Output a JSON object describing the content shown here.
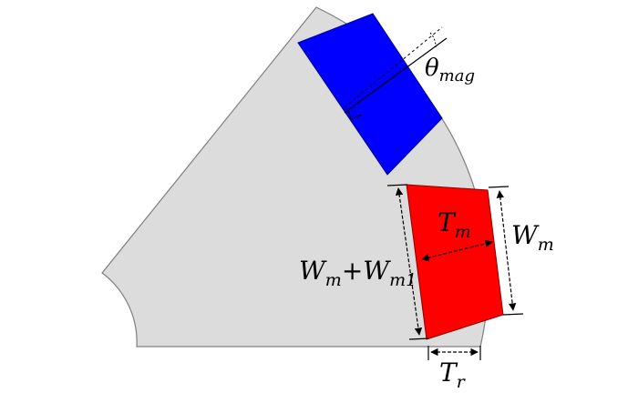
{
  "labels": {
    "theta_mag": {
      "main": "θ",
      "sub": "mag"
    },
    "t_m": {
      "main": "T",
      "sub": "m"
    },
    "w_m": {
      "main": "W",
      "sub": "m"
    },
    "w_m_plus_w_m1": {
      "main1": "W",
      "sub1": "m",
      "plus": "+W",
      "sub2": "m1"
    },
    "t_r": {
      "main": "T",
      "sub": "r"
    }
  },
  "colors": {
    "rotor_fill": "#dcdcdc",
    "rotor_stroke": "#7f7f7f",
    "magnet_blue": "#0000ff",
    "magnet_red": "#ff0000",
    "line": "#000000"
  }
}
